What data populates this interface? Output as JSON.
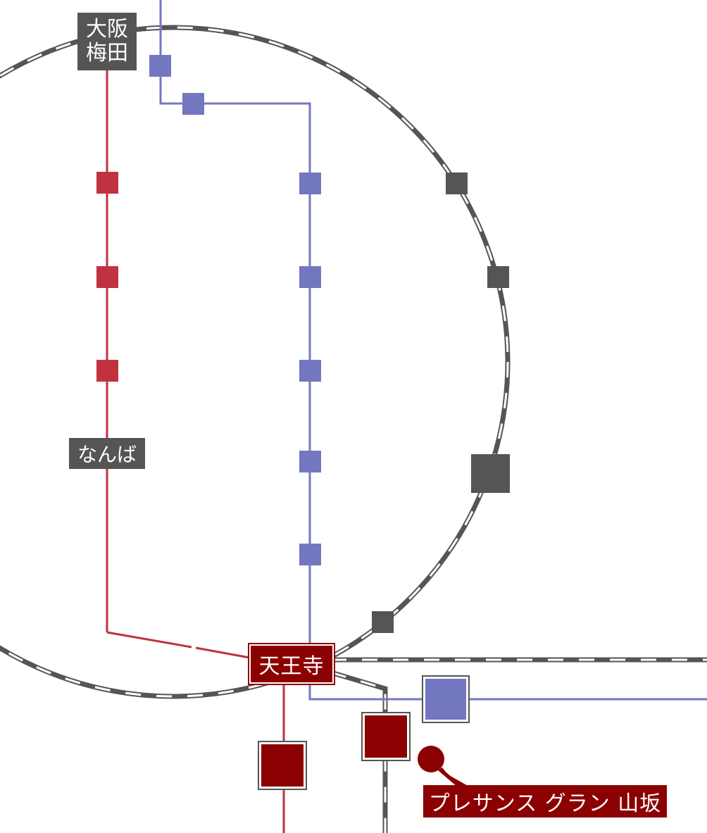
{
  "colors": {
    "loop_line": "#555555",
    "red_line": "#c0323f",
    "blue_line": "#7377c0",
    "station_gray": "#555555",
    "station_red": "#8b0000",
    "accent_red": "#8b0000",
    "background": "#ffffff"
  },
  "labels": {
    "umeda_line1": "大阪",
    "umeda_line2": "梅田",
    "namba": "なんば",
    "tennoji": "天王寺",
    "property": "プレサンス グラン 山坂"
  },
  "icons": {
    "property_marker": "location-dot-icon"
  }
}
